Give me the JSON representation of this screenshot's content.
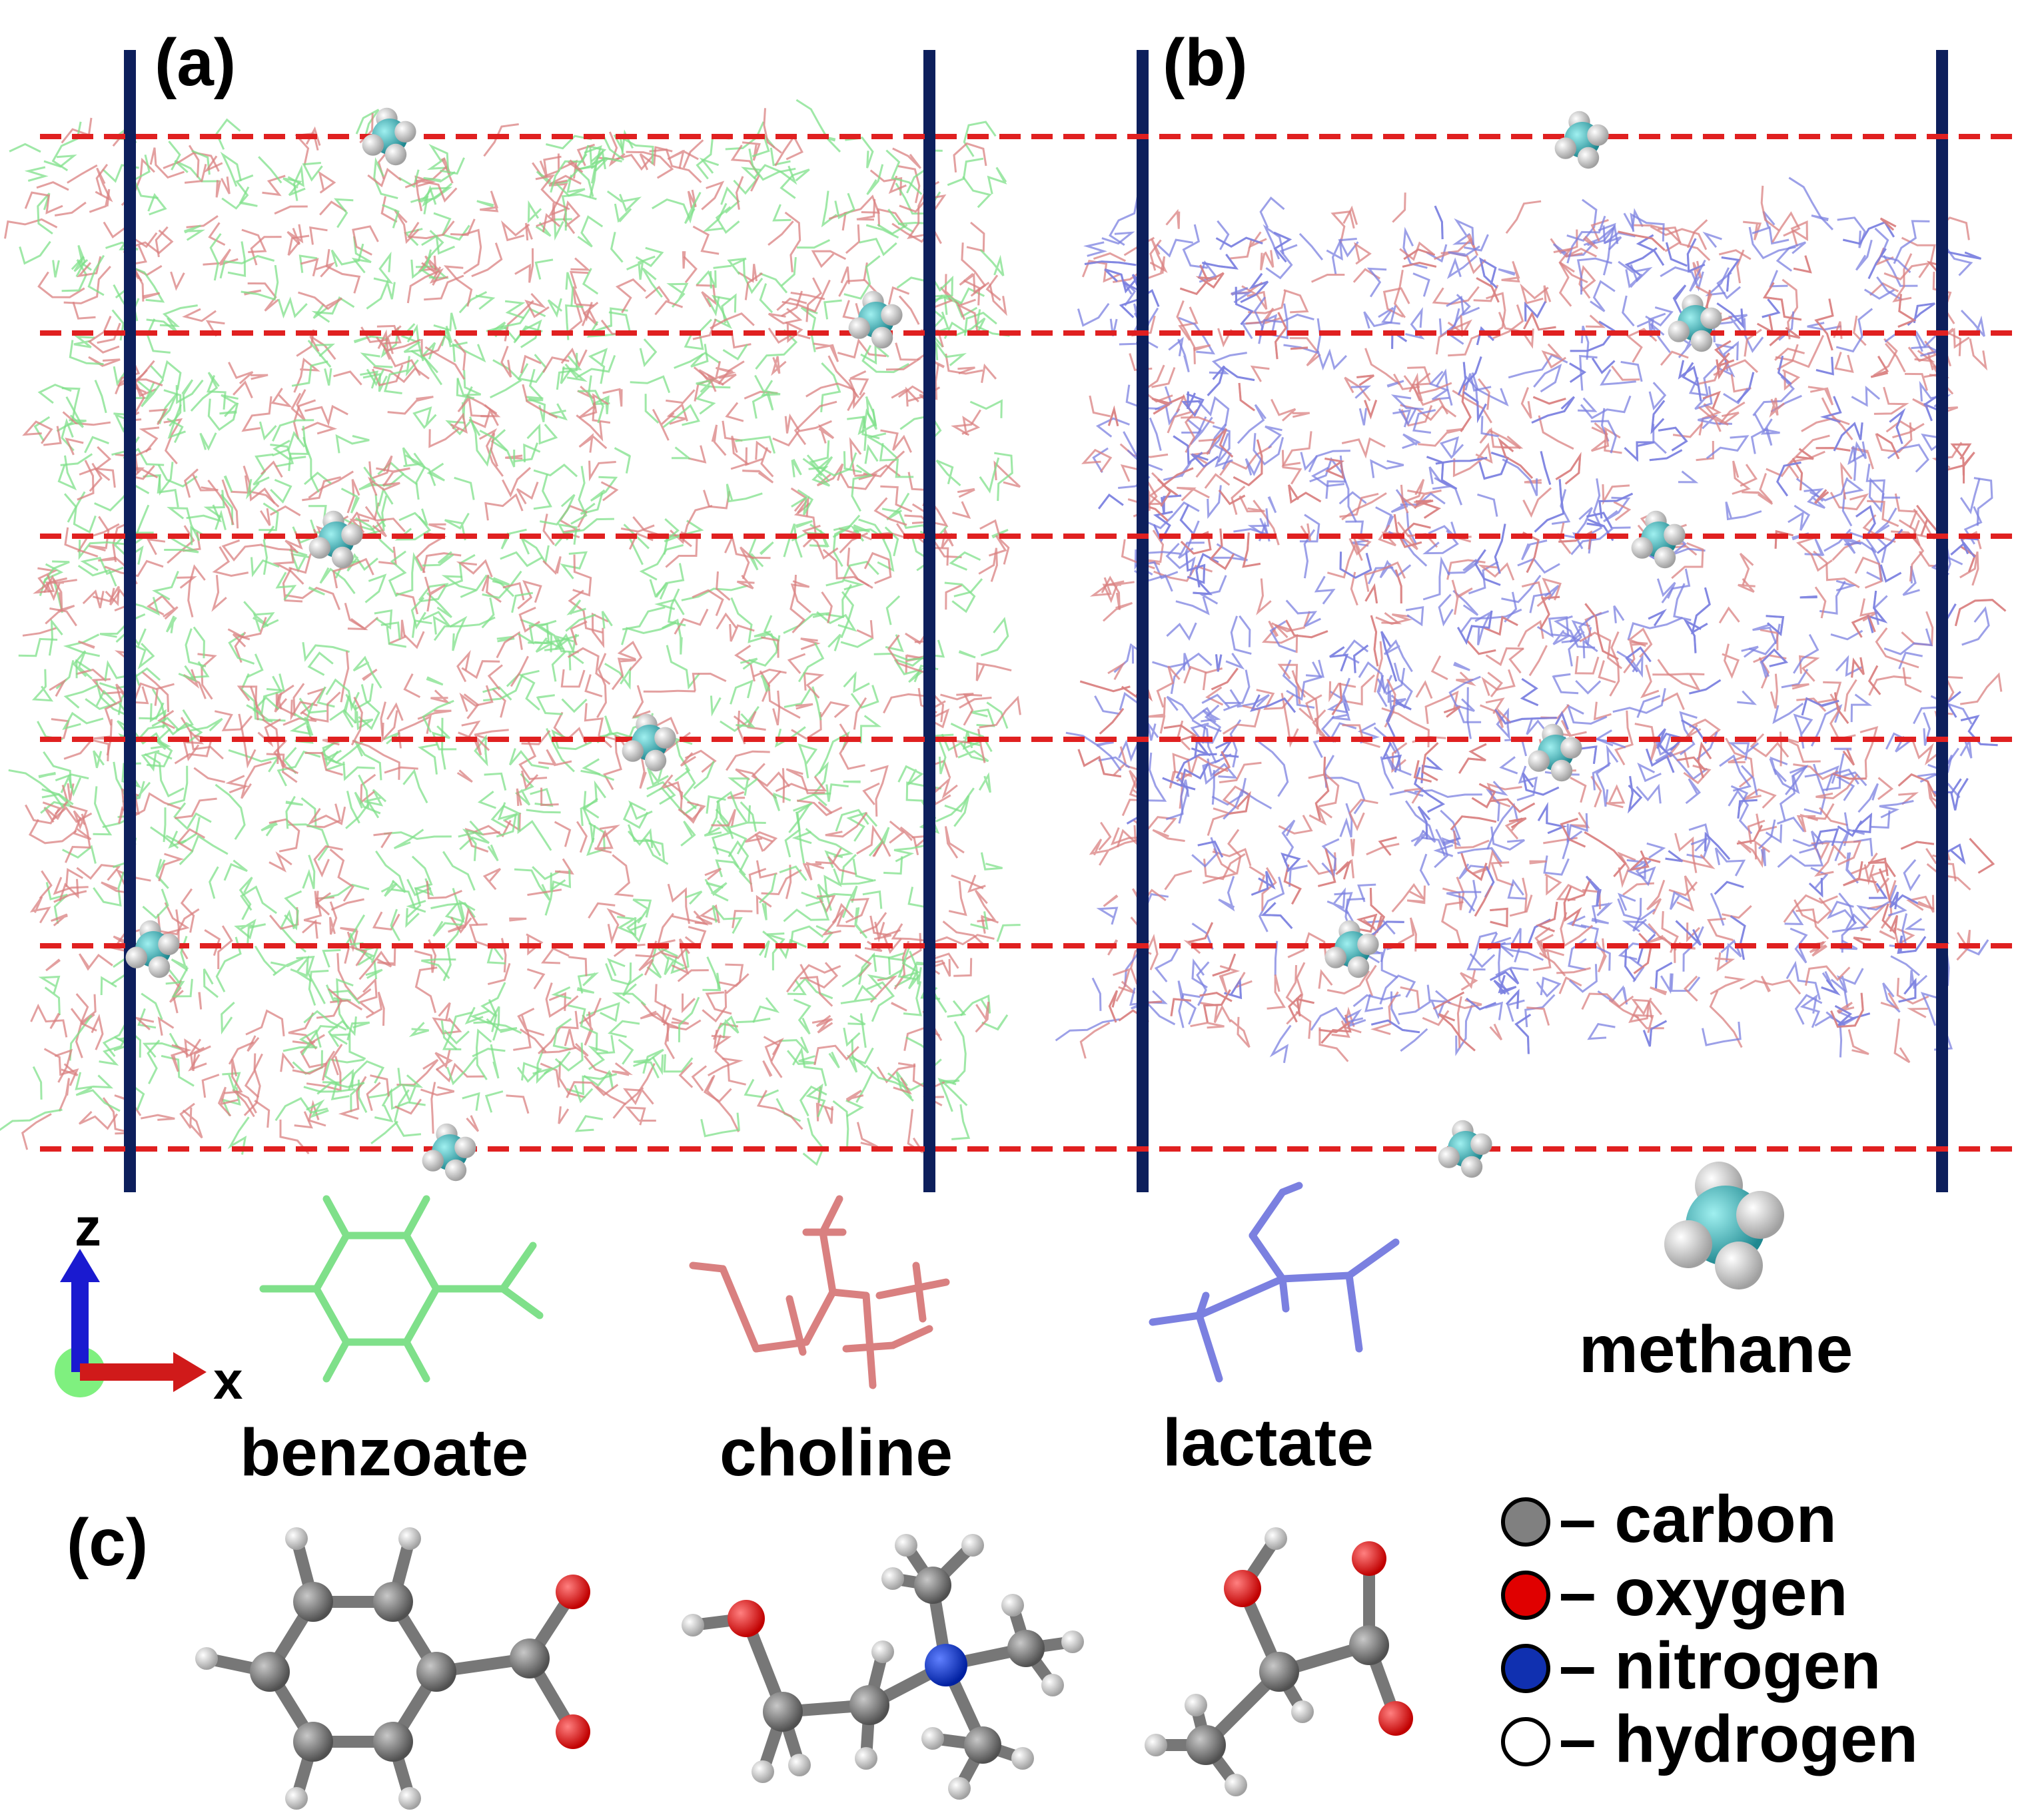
{
  "panels": {
    "a": {
      "label": "(a)"
    },
    "b": {
      "label": "(b)"
    },
    "c": {
      "label": "(c)"
    }
  },
  "axes": {
    "z": "z",
    "x": "x"
  },
  "molecules": {
    "benzoate": "benzoate",
    "choline": "choline",
    "lactate": "lactate",
    "methane": "methane"
  },
  "atom_legend": [
    {
      "label": "– carbon",
      "color": "#808080"
    },
    {
      "label": "– oxygen",
      "color": "#e00000"
    },
    {
      "label": "– nitrogen",
      "color": "#1030b0"
    },
    {
      "label": "– hydrogen",
      "color": "#ffffff"
    }
  ],
  "colors": {
    "benzoate": "#7fe08a",
    "choline": "#d98080",
    "lactate": "#7b80e0",
    "wall": "#0d1f5c",
    "dashed": "#e02020",
    "methane_carbon": "#3cb8c0"
  }
}
